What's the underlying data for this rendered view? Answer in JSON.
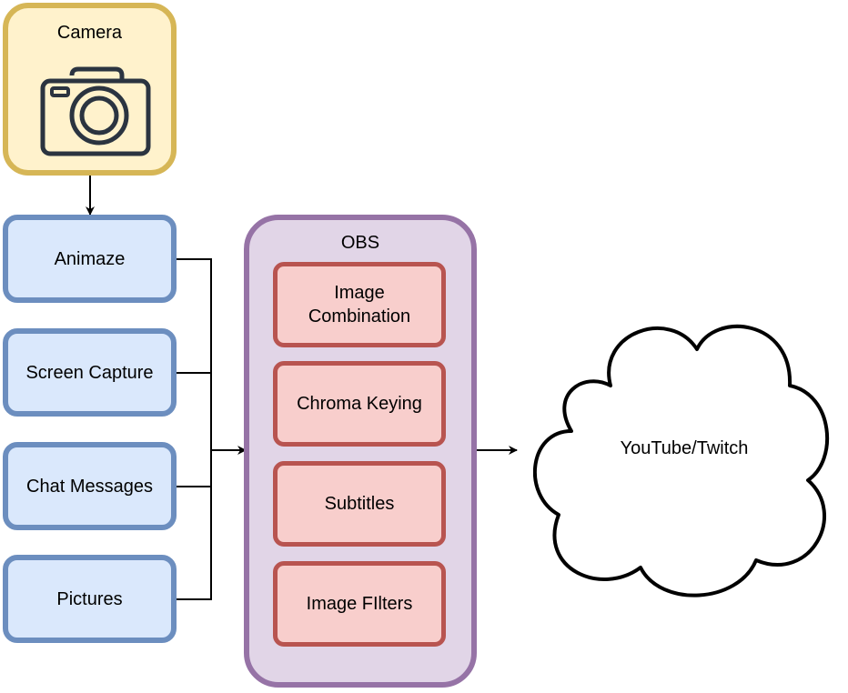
{
  "camera": {
    "label": "Camera",
    "icon": "camera-icon"
  },
  "sources": [
    {
      "label": "Animaze"
    },
    {
      "label": "Screen Capture"
    },
    {
      "label": "Chat Messages"
    },
    {
      "label": "Pictures"
    }
  ],
  "obs": {
    "label": "OBS",
    "steps": [
      {
        "label": "Image\nCombination"
      },
      {
        "label": "Chroma Keying"
      },
      {
        "label": "Subtitles"
      },
      {
        "label": "Image FIlters"
      }
    ]
  },
  "destination": {
    "label": "YouTube/Twitch"
  },
  "colors": {
    "camera_fill": "#fff2cc",
    "camera_border": "#d6b656",
    "source_fill": "#dae8fc",
    "source_border": "#6c8ebf",
    "obs_fill": "#e1d5e7",
    "obs_border": "#9673a6",
    "step_fill": "#f8cecc",
    "step_border": "#b85450"
  }
}
